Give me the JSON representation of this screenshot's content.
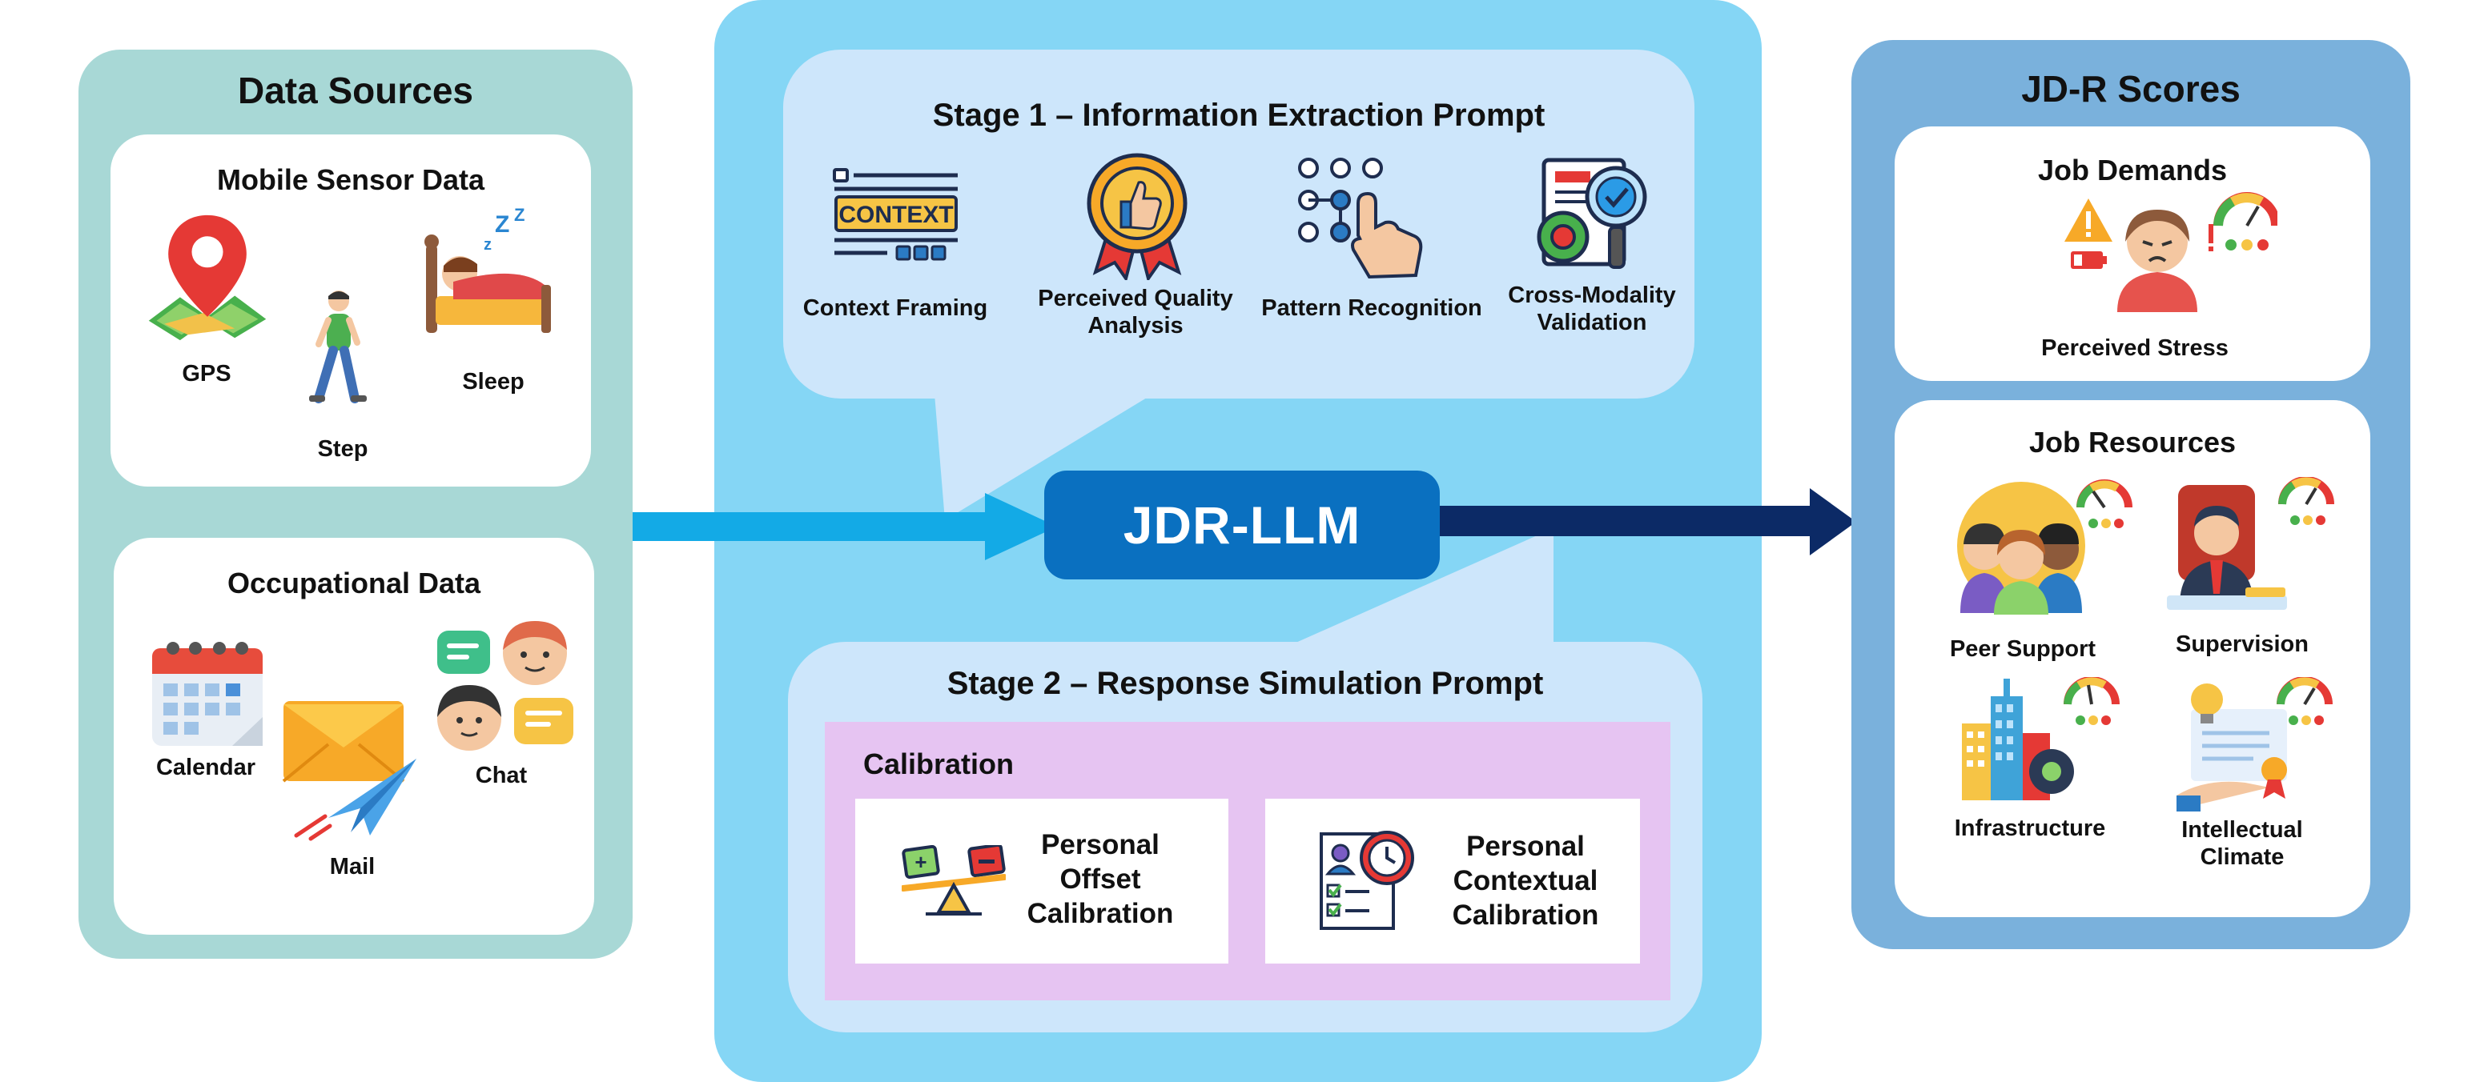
{
  "data_sources": {
    "title": "Data Sources",
    "mobile": {
      "title": "Mobile Sensor Data",
      "gps": "GPS",
      "step": "Step",
      "sleep": "Sleep"
    },
    "occupational": {
      "title": "Occupational Data",
      "calendar": "Calendar",
      "mail": "Mail",
      "chat": "Chat"
    }
  },
  "stage1": {
    "title": "Stage 1 – Information Extraction Prompt",
    "context_badge": "CONTEXT",
    "items": [
      "Context Framing",
      "Perceived Quality\nAnalysis",
      "Pattern Recognition",
      "Cross-Modality\nValidation"
    ]
  },
  "core": {
    "label": "JDR-LLM"
  },
  "stage2": {
    "title": "Stage 2 – Response Simulation Prompt",
    "calibration_title": "Calibration",
    "offset": "Personal\nOffset\nCalibration",
    "contextual": "Personal\nContextual\nCalibration"
  },
  "jdr": {
    "title": "JD-R Scores",
    "demands": {
      "title": "Job Demands",
      "stress": "Perceived Stress"
    },
    "resources": {
      "title": "Job Resources",
      "peer": "Peer Support",
      "supervision": "Supervision",
      "infrastructure": "Infrastructure",
      "intellectual": "Intellectual\nClimate"
    }
  },
  "colors": {
    "left_panel": "#a8d8d6",
    "center_panel": "#85d6f5",
    "bubble": "#cde6fb",
    "calibration_box": "#e6c4f2",
    "right_panel": "#7ab1dc",
    "core_box": "#0a70c0",
    "arrow_in": "#13aae6",
    "arrow_out": "#0c2a66"
  }
}
